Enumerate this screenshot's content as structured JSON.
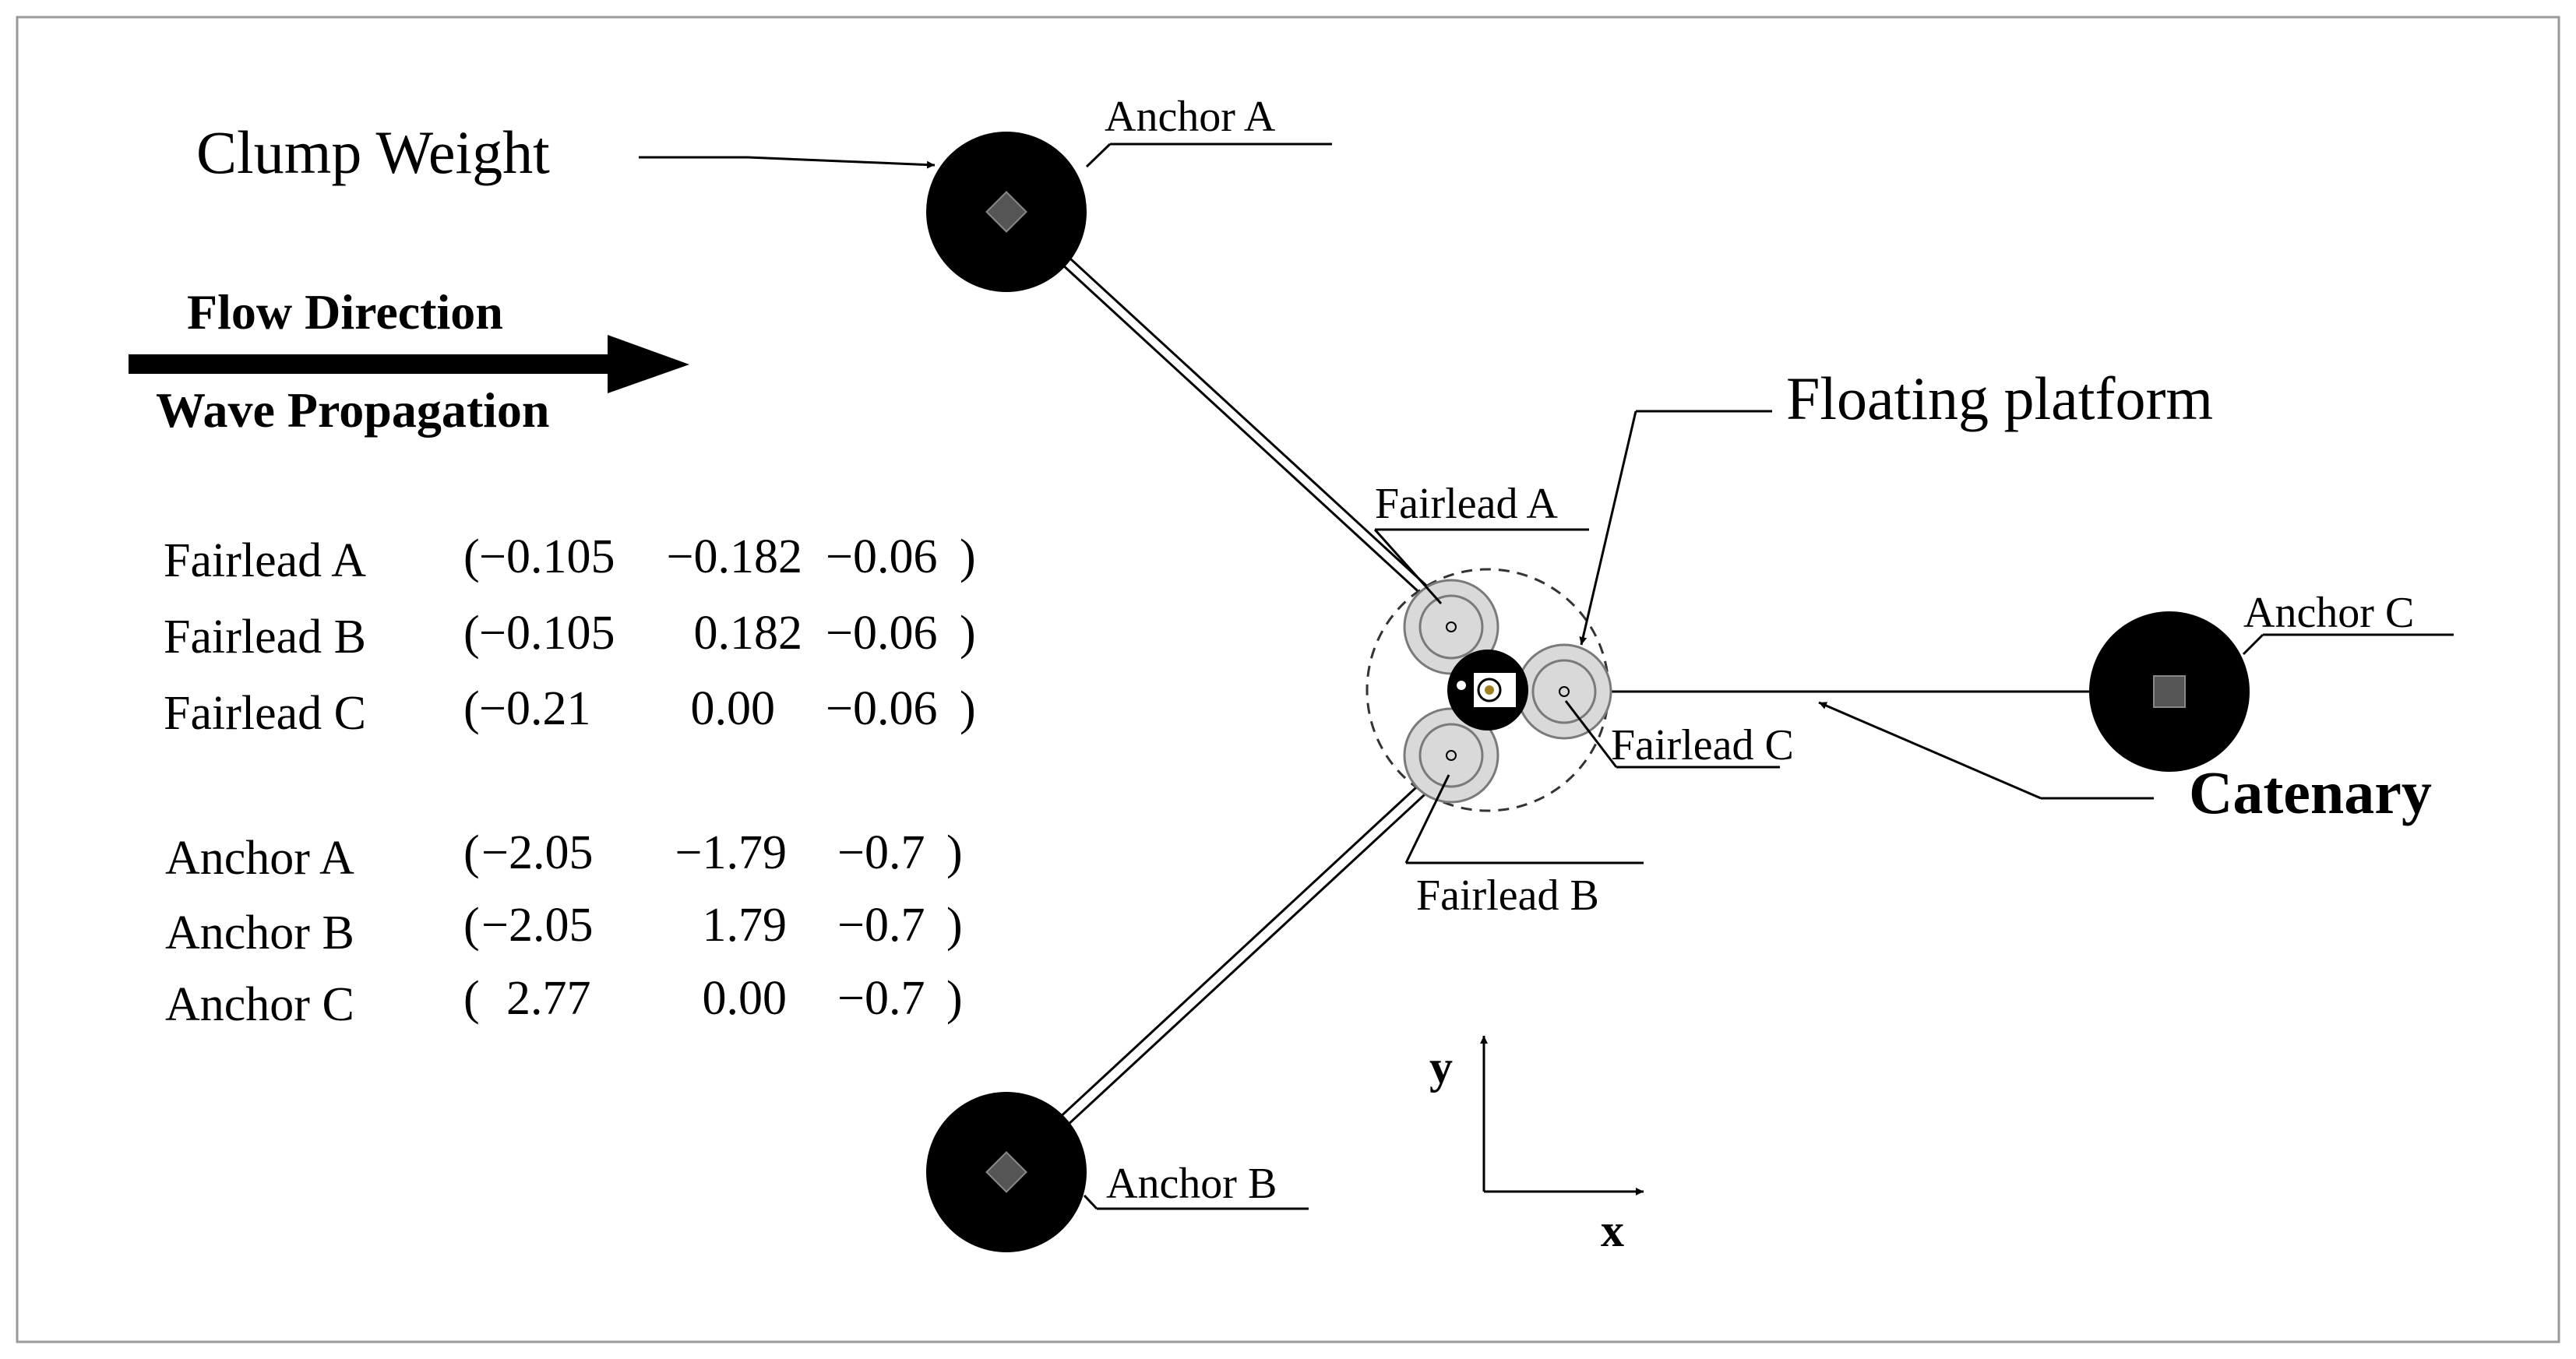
{
  "labels": {
    "clump_weight": "Clump Weight",
    "flow_direction": "Flow Direction",
    "wave_propagation": "Wave Propagation",
    "floating_platform": "Floating platform",
    "catenary": "Catenary",
    "anchor_a": "Anchor A",
    "anchor_b": "Anchor B",
    "anchor_c": "Anchor C",
    "fairlead_a": "Fairlead A",
    "fairlead_b": "Fairlead B",
    "fairlead_c": "Fairlead C",
    "axis_x": "x",
    "axis_y": "y"
  },
  "fairleads": [
    {
      "name": "Fairlead A",
      "open": "(",
      "x": "−0.105",
      "y": "−0.182",
      "z": "−0.06",
      "close": ")"
    },
    {
      "name": "Fairlead B",
      "open": "(",
      "x": "−0.105",
      "y": "0.182",
      "z": "−0.06",
      "close": ")"
    },
    {
      "name": "Fairlead C",
      "open": "(",
      "x": "−0.21",
      "y": "0.00",
      "z": "−0.06",
      "close": ")"
    }
  ],
  "anchors": [
    {
      "name": "Anchor A",
      "open": "(",
      "x": "−2.05",
      "y": "−1.79",
      "z": "−0.7",
      "close": ")"
    },
    {
      "name": "Anchor B",
      "open": "(",
      "x": "−2.05",
      "y": "1.79",
      "z": "−0.7",
      "close": ")"
    },
    {
      "name": "Anchor C",
      "open": "(",
      "x": "2.77",
      "y": "0.00",
      "z": "−0.7",
      "close": ")"
    }
  ],
  "colors": {
    "ink": "#000000",
    "column_fill": "#d9d9d9",
    "column_stroke": "#7a7a7a",
    "clump": "#555555",
    "frame": "#9a9a9a"
  }
}
